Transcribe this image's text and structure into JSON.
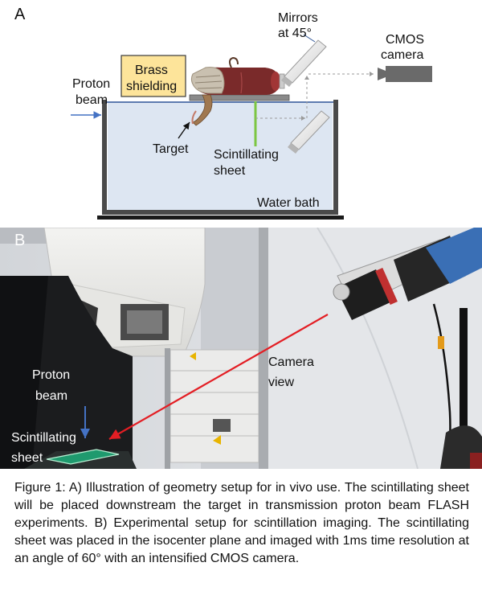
{
  "panel_a": {
    "letter": "A",
    "labels": {
      "mirrors_line1": "Mirrors",
      "mirrors_line2": "at 45°",
      "cmos_line1": "CMOS",
      "cmos_line2": "camera",
      "proton_line1": "Proton",
      "proton_line2": "beam",
      "brass_line1": "Brass",
      "brass_line2": "shielding",
      "target": "Target",
      "scint_line1": "Scintillating",
      "scint_line2": "sheet",
      "water_bath": "Water bath"
    }
  },
  "panel_b": {
    "letter": "B",
    "labels": {
      "camera_line1": "Camera",
      "camera_line2": "view",
      "proton_line1": "Proton",
      "proton_line2": "beam",
      "scint_line1": "Scintillating",
      "scint_line2": "sheet"
    }
  },
  "caption": "Figure 1: A) Illustration of geometry setup for in vivo use. The scintillating sheet will be placed downstream the target in transmission proton beam FLASH experiments. B) Experimental setup for scintillation imaging. The scintillating sheet was placed in the isocenter plane and imaged with 1ms time resolution at an angle of 60° with an intensified CMOS camera.",
  "colors": {
    "water": "#dde6f2",
    "brass_box": "#fde49a",
    "scintillator_line": "#7cc642",
    "beam_arrow": "#4472c4",
    "camera_view_line": "#e31e24"
  }
}
